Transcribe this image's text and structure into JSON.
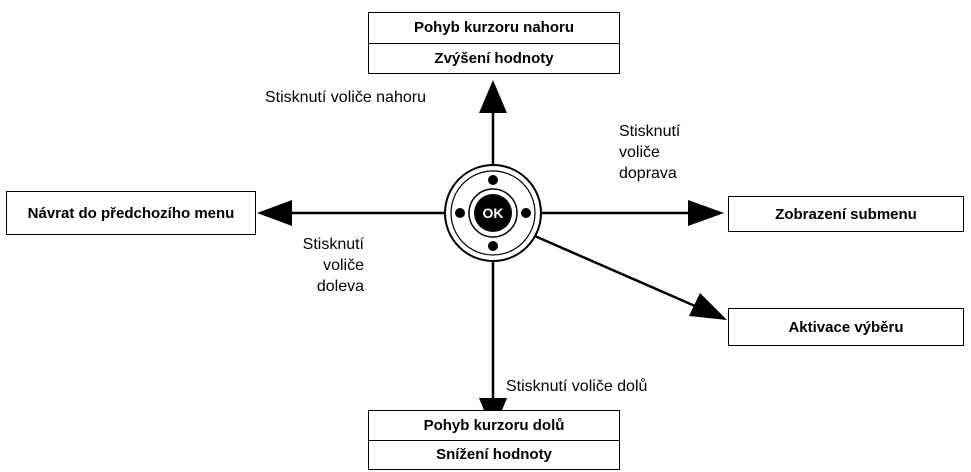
{
  "boxes": {
    "up": {
      "line1": "Pohyb kurzoru nahoru",
      "line2": "Zvýšení hodnoty"
    },
    "down": {
      "line1": "Pohyb kurzoru dolů",
      "line2": "Snížení hodnoty"
    },
    "left": "Návrat do předchozího menu",
    "right": "Zobrazení submenu",
    "select": "Aktivace výběru"
  },
  "labels": {
    "press_up": "Stisknutí voliče nahoru",
    "press_right": [
      "Stisknutí",
      "voliče",
      "doprava"
    ],
    "press_left": [
      "Stisknutí",
      "voliče",
      "doleva"
    ],
    "press_down": "Stisknutí voliče dolů"
  },
  "controller": {
    "center_button": "OK"
  }
}
